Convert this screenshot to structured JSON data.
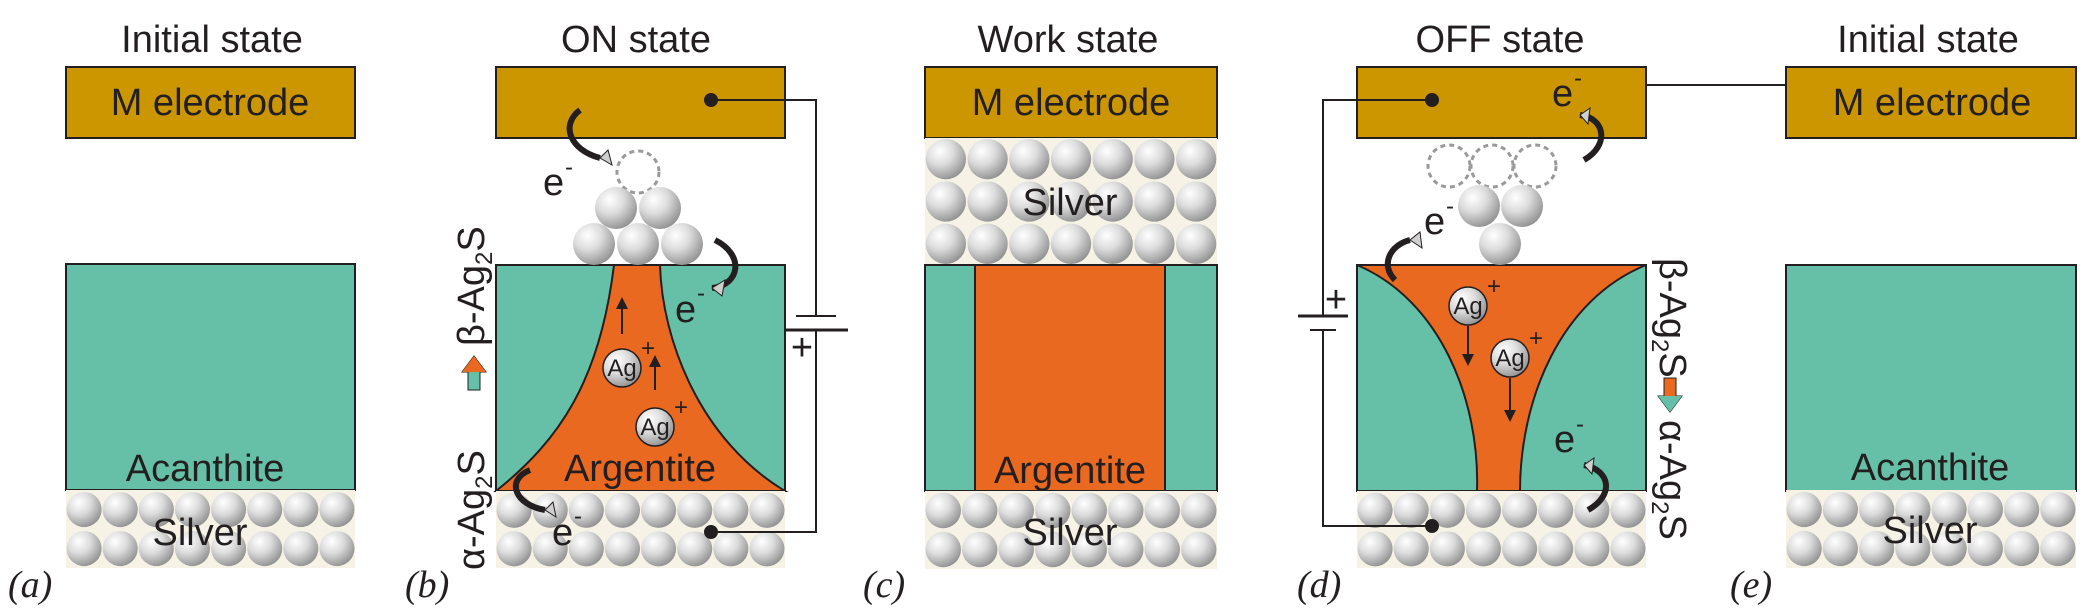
{
  "colors": {
    "electrode": "#cc9600",
    "acanthite": "#66c0a7",
    "argentite": "#ea6920",
    "outline": "#231f20",
    "silver_light": "#f2f2f2",
    "silver_dark": "#9a9a9a",
    "silver_bg": "#f6f3e6"
  },
  "panels": [
    {
      "id": "a",
      "letter": "(a)",
      "title": "Initial state",
      "electrode": "M electrode",
      "film": "Acanthite",
      "silver": "Silver"
    },
    {
      "id": "b",
      "letter": "(b)",
      "title": "ON state",
      "film": "Argentite",
      "side_label_bottom": "α-Ag",
      "side_label_sub": "2",
      "side_label_s": "S",
      "side_label_top": "β-Ag",
      "side_label_sub2": "2",
      "side_label_s2": "S",
      "ion": "Ag",
      "ion_charge": "+",
      "electron": "e",
      "electron_charge": "-",
      "battery_plus": "+"
    },
    {
      "id": "c",
      "letter": "(c)",
      "title": "Work state",
      "electrode": "M electrode",
      "silver_top": "Silver",
      "film": "Argentite",
      "silver": "Silver"
    },
    {
      "id": "d",
      "letter": "(d)",
      "title": "OFF state",
      "ion": "Ag",
      "ion_charge": "+",
      "electron": "e",
      "electron_charge": "-",
      "battery_plus": "+",
      "side_label_top": "β-Ag",
      "side_label_sub": "2",
      "side_label_s": "S",
      "side_label_bottom": "α-Ag",
      "side_label_sub2": "2",
      "side_label_s2": "S"
    },
    {
      "id": "e",
      "letter": "(e)",
      "title": "Initial state",
      "electrode": "M electrode",
      "film": "Acanthite",
      "silver": "Silver"
    }
  ]
}
